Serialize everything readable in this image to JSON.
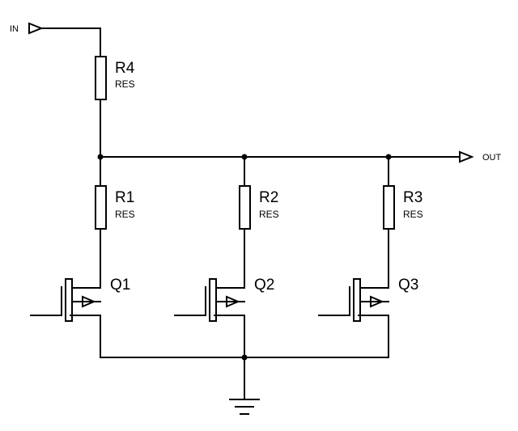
{
  "ports": {
    "input_label": "IN",
    "output_label": "OUT"
  },
  "resistors": [
    {
      "designator": "R4",
      "value": "RES"
    },
    {
      "designator": "R1",
      "value": "RES"
    },
    {
      "designator": "R2",
      "value": "RES"
    },
    {
      "designator": "R3",
      "value": "RES"
    }
  ],
  "transistors": [
    {
      "designator": "Q1"
    },
    {
      "designator": "Q2"
    },
    {
      "designator": "Q3"
    }
  ]
}
